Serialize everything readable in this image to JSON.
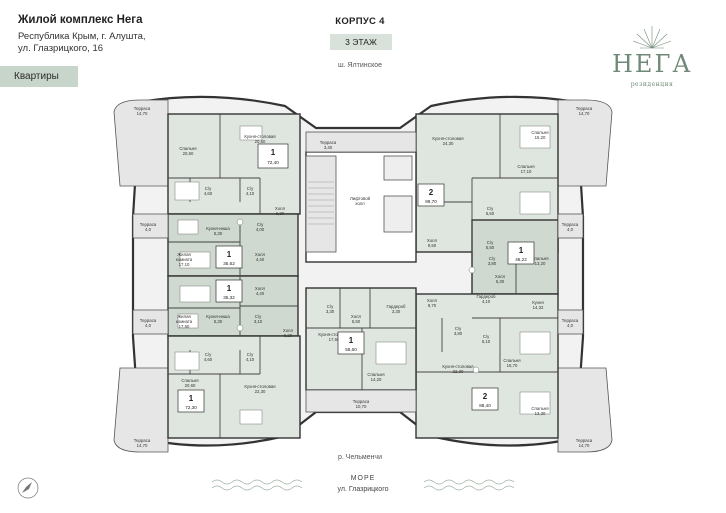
{
  "header": {
    "title": "Жилой комплекс Нега",
    "address_line1": "Республика Крым, г. Алушта,",
    "address_line2": "ул. Глазрицкого, 16"
  },
  "nav": {
    "apartments_button": "Квартиры"
  },
  "building": {
    "korpus": "КОРПУС 4",
    "floor": "3 ЭТАЖ"
  },
  "roads": {
    "top": "ш. Ялтинское",
    "bottom": "р. Чельменчи"
  },
  "logo": {
    "word": "НЕГА",
    "subtitle": "резиденция"
  },
  "sea": {
    "label": "МОРЕ",
    "street": "ул. Глазрицкого"
  },
  "apartments": [
    {
      "rooms": "1",
      "area": "72,40"
    },
    {
      "rooms": "2",
      "area": "89,70"
    },
    {
      "rooms": "1",
      "area": "35,62"
    },
    {
      "rooms": "1",
      "area": "46,22"
    },
    {
      "rooms": "1",
      "area": "35,32"
    },
    {
      "rooms": "1",
      "area": "58,60"
    },
    {
      "rooms": "1",
      "area": "72,30"
    },
    {
      "rooms": "2",
      "area": "88,40"
    }
  ],
  "rooms": {
    "terrace_tl": "Терраса\n14,70",
    "terrace_tr": "Терраса\n14,70",
    "terrace_bl": "Терраса\n14,70",
    "terrace_br": "Терраса\n14,70",
    "terrace_top": "Терраса\n3,40",
    "terrace_bottom": "Терраса\n10,70",
    "terrace_l1": "Терраса\n4,0",
    "terrace_l2": "Терраса\n4,0",
    "terrace_r1": "Терраса\n4,0",
    "terrace_r2": "Терраса\n4,0",
    "kitchen_tl": "Кухня-столовая\n20,60",
    "bed_tl": "Спальня\n20,60",
    "su_tl1": "С/у\n4,60",
    "su_tl2": "С/у\n4,10",
    "hall_tl": "Холл\n6,30",
    "kitchen_niche_1": "Кухня-ниша\n5,30",
    "su_1": "С/у\n4,00",
    "living_1": "Жилая\nкомната\n17,10",
    "hall_1": "Холл\n4,40",
    "hall_2": "Холл\n4,40",
    "living_2": "Жилая\nкомната\n17,60",
    "kitchen_niche_2": "Кухня-ниша\n5,30",
    "su_2": "С/у\n3,10",
    "su_bl1": "С/у\n4,60",
    "su_bl2": "С/у\n4,10",
    "bed_bl": "Спальня\n20,60",
    "kitchen_bl": "Кухня-столовая\n22,30",
    "hall_bl": "Холл\n6,20",
    "lift_hall": "Лифтовой\nхолл",
    "kitchen_tr": "Кухня-столовая\n24,30",
    "bed_tr1": "Спальня\n15,20",
    "bed_tr2": "Спальня\n17,10",
    "su_tr1": "С/у\n5,60",
    "su_tr2": "С/у\n5,50",
    "hall_tr": "Холл\n9,50",
    "su_r": "С/у\n3,80",
    "bed_r": "Спальня\n13,20",
    "hall_r": "Холл\n5,30",
    "wardrobe_r": "Гардероб\n4,10",
    "kitchen_r": "Кухня\n14,32",
    "hall_br": "Холл\n9,70",
    "su_br1": "С/у\n3,80",
    "su_br2": "С/у\n5,10",
    "bed_br1": "Спальня\n15,70",
    "kitchen_br": "Кухня-столовая\n22,30",
    "bed_br2": "Спальня\n13,30",
    "su_c": "С/у\n3,30",
    "hall_c": "Холл\n5,50",
    "wardrobe_c": "Гардероб\n3,30",
    "kitchen_c": "Кухня-столовая\n17,60",
    "bed_c": "Спальня\n14,20"
  }
}
